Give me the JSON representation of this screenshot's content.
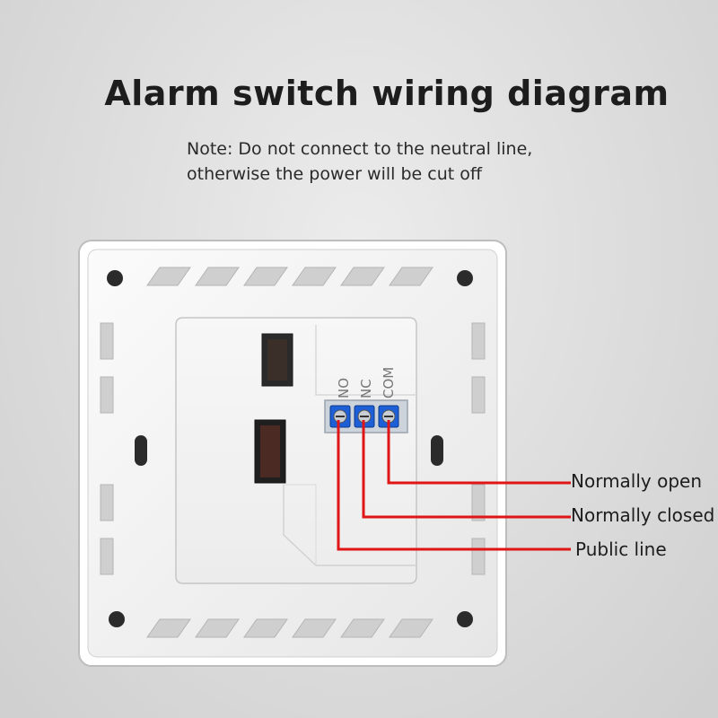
{
  "title": "Alarm switch wiring diagram",
  "note": {
    "line1": "Note: Do not connect to the neutral line,",
    "line2": "otherwise the power will be cut off"
  },
  "terminals": {
    "no": "NO",
    "nc": "NC",
    "com": "COM"
  },
  "callouts": {
    "normally_open": "Normally open",
    "normally_closed": "Normally closed",
    "public_line": "Public line"
  },
  "colors": {
    "wire": "#e01515",
    "terminal_block": "#1d5fd6",
    "panel": "#f4f4f4"
  }
}
